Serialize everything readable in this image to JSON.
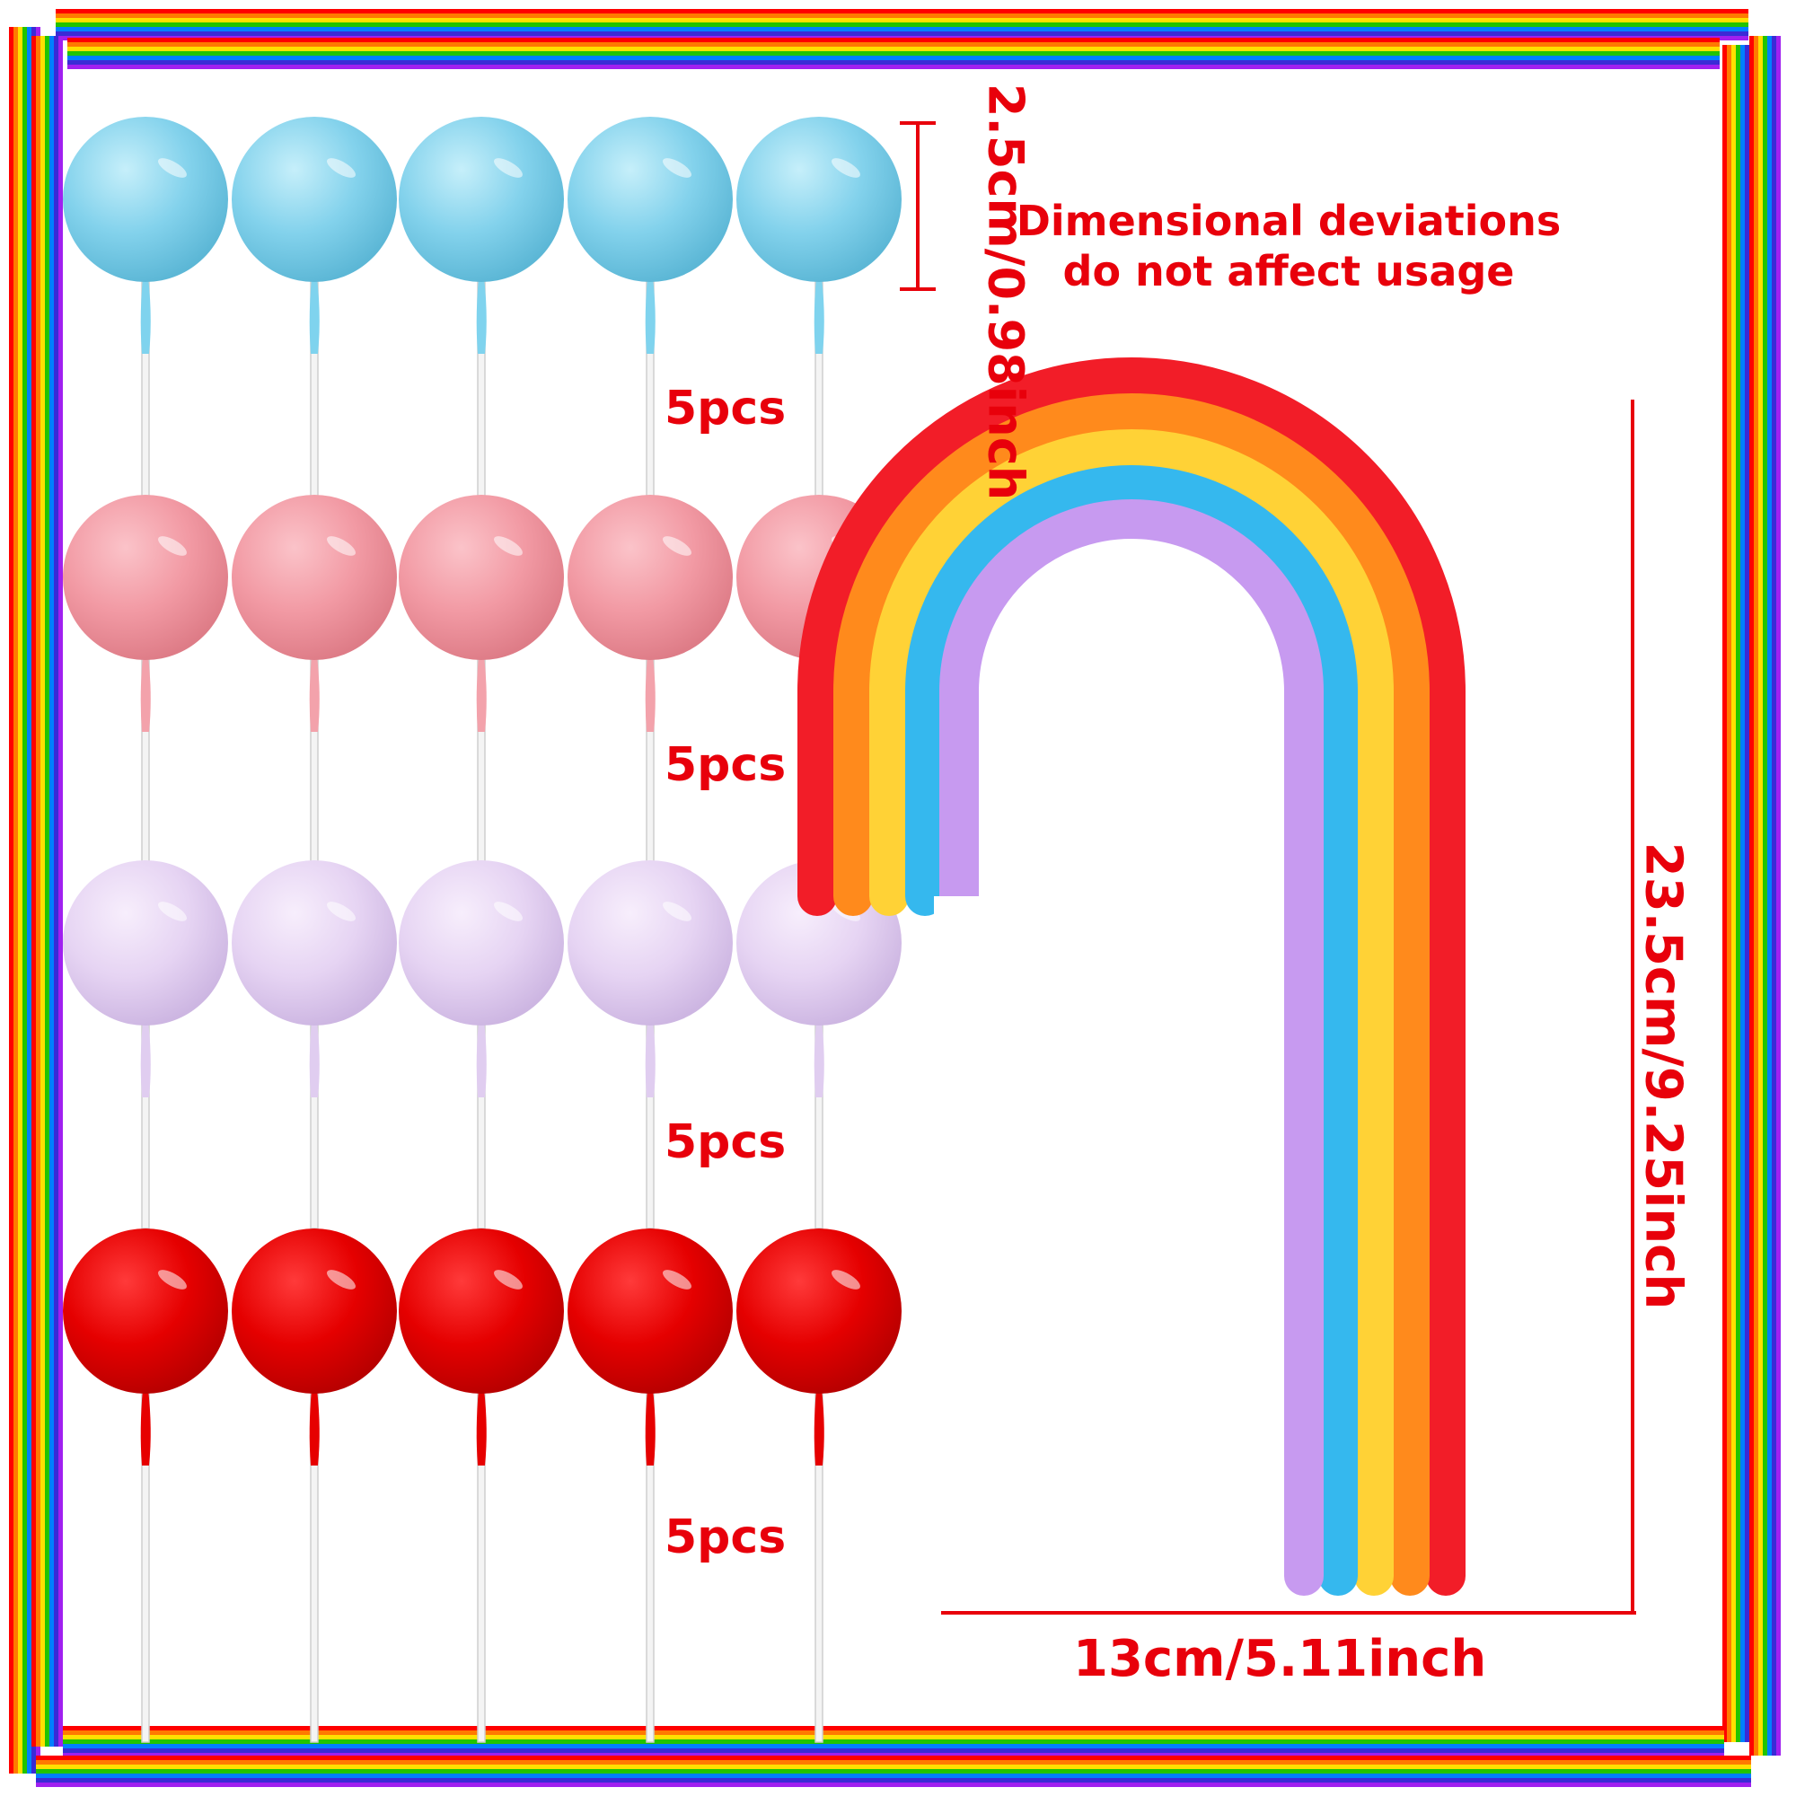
{
  "colors": {
    "accent_text": "#e8000b",
    "frame_stripes": [
      "#ff0000",
      "#ff7a00",
      "#ffe000",
      "#22c400",
      "#0080ff",
      "#3a2bd6",
      "#a020f0"
    ],
    "ball_rows": [
      "#7fd3ee",
      "#f49aa4",
      "#e7d3f3",
      "#e60000"
    ],
    "rainbow_bands": [
      "#f21d28",
      "#ff8a1c",
      "#ffd236",
      "#35b8ee",
      "#c79af0"
    ]
  },
  "note": "Dimensional deviations do not affect usage",
  "ball_dimension_label": "2.5cm/0.98inch",
  "rows": [
    {
      "count_label": "5pcs",
      "color_name": "light-blue",
      "ball_count": 5
    },
    {
      "count_label": "5pcs",
      "color_name": "pink",
      "ball_count": 5
    },
    {
      "count_label": "5pcs",
      "color_name": "lavender",
      "ball_count": 5
    },
    {
      "count_label": "5pcs",
      "color_name": "red",
      "ball_count": 5
    }
  ],
  "rainbow": {
    "height_label": "23.5cm/9.25inch",
    "width_label": "13cm/5.11inch"
  }
}
